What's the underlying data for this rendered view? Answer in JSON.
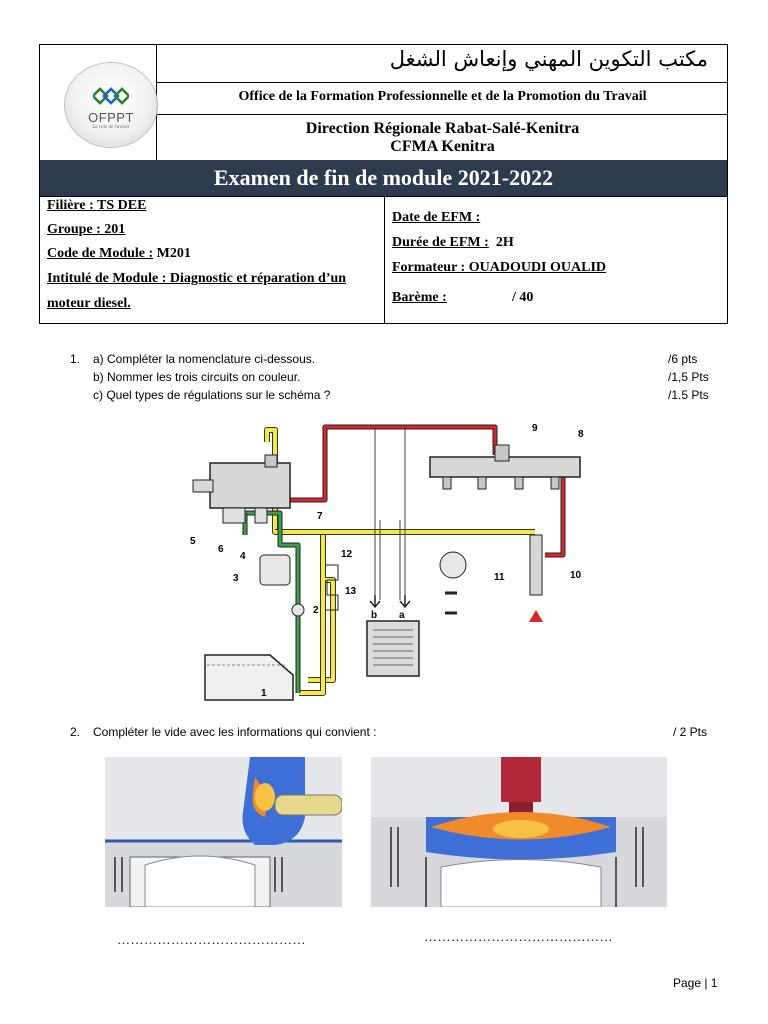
{
  "header": {
    "logo_text": "OFPPT",
    "logo_tagline": "La voie de l'avenir",
    "arabic_title": "مكتب التكوين المهني وإنعاش الشغل",
    "office": "Office de la Formation Professionnelle et de la Promotion du Travail",
    "region": "Direction Régionale Rabat-Salé-Kenitra",
    "center": "CFMA Kenitra",
    "exam_title": "Examen de fin de module 2021-2022",
    "filiere": "Filière : TS DEE",
    "groupe": "Groupe : 201",
    "code_label": "Code de Module :",
    "code_value": " M201",
    "intitule_label": "Intitulé de Module :",
    "intitule_value": " Diagnostic et réparation d’un",
    "intitule_value2": "moteur diesel.",
    "date_label": "Date de EFM :",
    "duree_label": "Durée de EFM :",
    "duree_value": "2H",
    "formateur_label": "Formateur :",
    "formateur_value": " OUADOUDI OUALID",
    "bareme_label": "Barème :",
    "bareme_value": "/ 40"
  },
  "questions": {
    "q1_number": "1.",
    "q1a": "a) Compléter la nomenclature ci-dessous.",
    "q1a_pts": "/6 pts",
    "q1b": "b) Nommer les trois circuits on couleur.",
    "q1b_pts": "/1,5 Pts",
    "q1c": "c) Quel types de régulations sur le schéma ?",
    "q1c_pts": "/1.5 Pts",
    "q2_number": "2.",
    "q2": "Compléter le vide avec les informations qui convient :",
    "q2_pts": "/ 2 Pts"
  },
  "diagram_labels": {
    "l1": "1",
    "l2": "2",
    "l3": "3",
    "l4": "4",
    "l5": "5",
    "l6": "6",
    "l7": "7",
    "l8": "8",
    "l9": "9",
    "l10": "10",
    "l11": "11",
    "l12": "12",
    "l13": "13",
    "la": "a",
    "lb": "b"
  },
  "blanks": {
    "left": "……………………………………",
    "right": "……………………………………"
  },
  "footer": {
    "page": "Page | 1"
  },
  "colors": {
    "title_bar": "#2e3b4e",
    "fuel_low": "#f5e84a",
    "fuel_feed": "#3aa34a",
    "fuel_high": "#d9262c"
  }
}
